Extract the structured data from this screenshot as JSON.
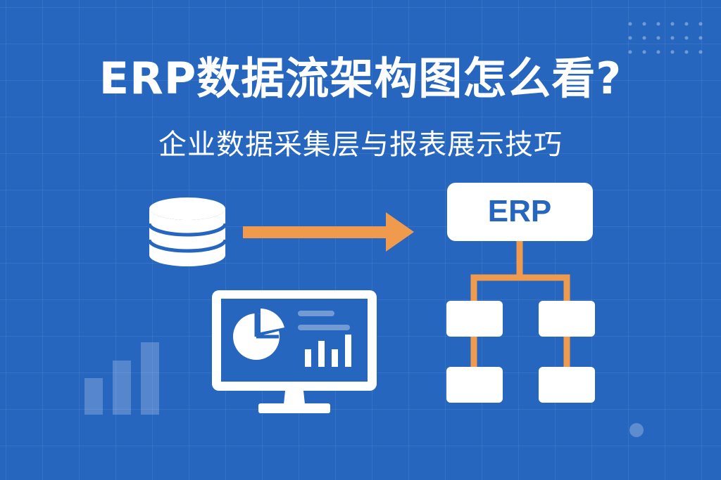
{
  "headline": {
    "title": "ERP数据流架构图怎么看?",
    "subtitle": "企业数据采集层与报表展示技巧"
  },
  "diagram": {
    "erp_label": "ERP"
  },
  "icons": {
    "database": "database-icon",
    "arrow": "arrow-right-icon",
    "monitor": "monitor-dashboard-icon",
    "pie": "pie-chart-icon",
    "bars": "bar-chart-icon",
    "tree": "org-tree-icon"
  },
  "colors": {
    "background": "#2766BF",
    "foreground": "#FFFFFF",
    "accent": "#F09A4E",
    "erp_text": "#2766BF"
  }
}
